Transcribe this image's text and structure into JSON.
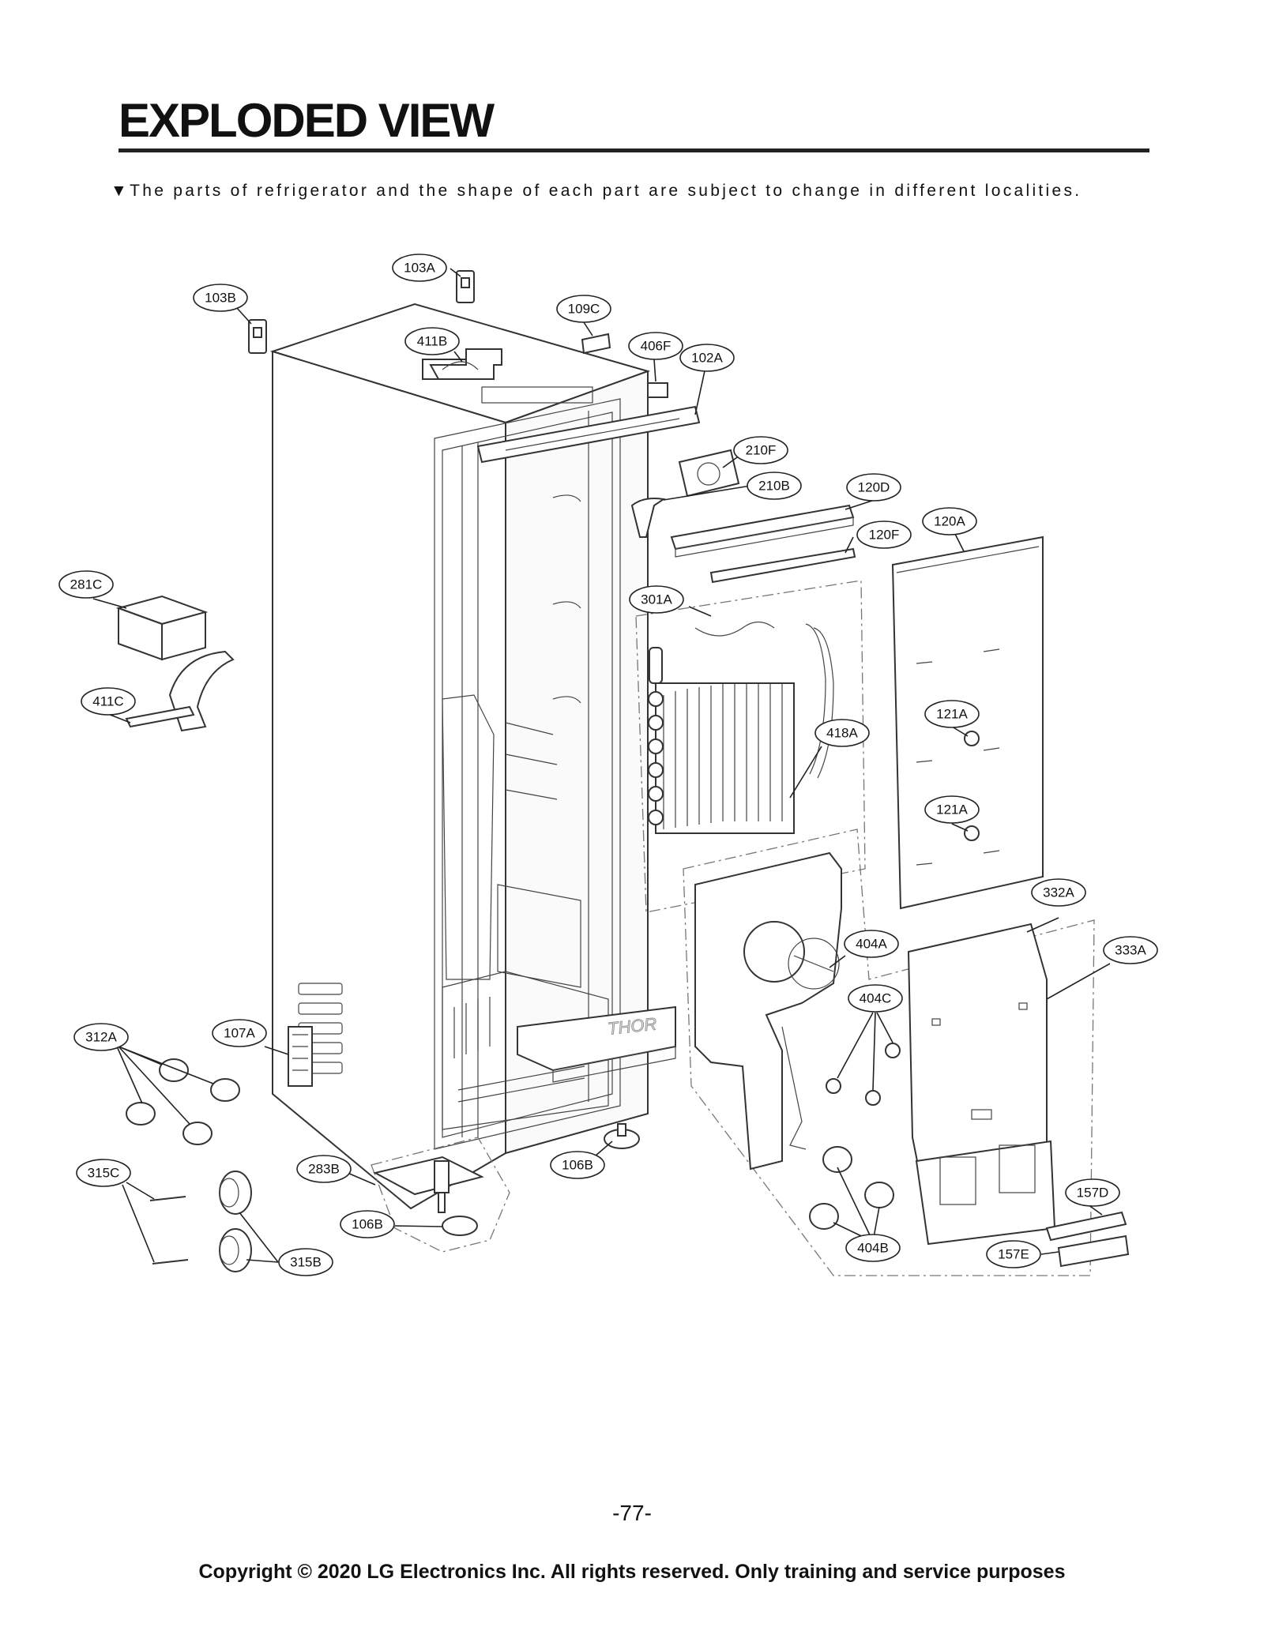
{
  "header": {
    "title": "EXPLODED VIEW",
    "notice": "▼The parts of refrigerator and the shape of each part are subject to change in different localities."
  },
  "diagram": {
    "embossed_label": "THOR",
    "callouts": [
      {
        "id": "c103A",
        "label": "103A"
      },
      {
        "id": "c103B",
        "label": "103B"
      },
      {
        "id": "c109C",
        "label": "109C"
      },
      {
        "id": "c411B",
        "label": "411B"
      },
      {
        "id": "c406F",
        "label": "406F"
      },
      {
        "id": "c102A",
        "label": "102A"
      },
      {
        "id": "c210F",
        "label": "210F"
      },
      {
        "id": "c210B",
        "label": "210B"
      },
      {
        "id": "c120D",
        "label": "120D"
      },
      {
        "id": "c120A",
        "label": "120A"
      },
      {
        "id": "c120F",
        "label": "120F"
      },
      {
        "id": "c281C",
        "label": "281C"
      },
      {
        "id": "c301A",
        "label": "301A"
      },
      {
        "id": "c411C",
        "label": "411C"
      },
      {
        "id": "c121A1",
        "label": "121A"
      },
      {
        "id": "c418A",
        "label": "418A"
      },
      {
        "id": "c121A2",
        "label": "121A"
      },
      {
        "id": "c332A",
        "label": "332A"
      },
      {
        "id": "c404A",
        "label": "404A"
      },
      {
        "id": "c333A",
        "label": "333A"
      },
      {
        "id": "c404C",
        "label": "404C"
      },
      {
        "id": "c312A",
        "label": "312A"
      },
      {
        "id": "c107A",
        "label": "107A"
      },
      {
        "id": "c106B1",
        "label": "106B"
      },
      {
        "id": "c315C",
        "label": "315C"
      },
      {
        "id": "c283B",
        "label": "283B"
      },
      {
        "id": "c157D",
        "label": "157D"
      },
      {
        "id": "c106B2",
        "label": "106B"
      },
      {
        "id": "c404B",
        "label": "404B"
      },
      {
        "id": "c157E",
        "label": "157E"
      },
      {
        "id": "c315B",
        "label": "315B"
      }
    ]
  },
  "footer": {
    "page_number": "-77-",
    "copyright": "Copyright © 2020 LG Electronics Inc. All rights reserved. Only training and service purposes"
  }
}
